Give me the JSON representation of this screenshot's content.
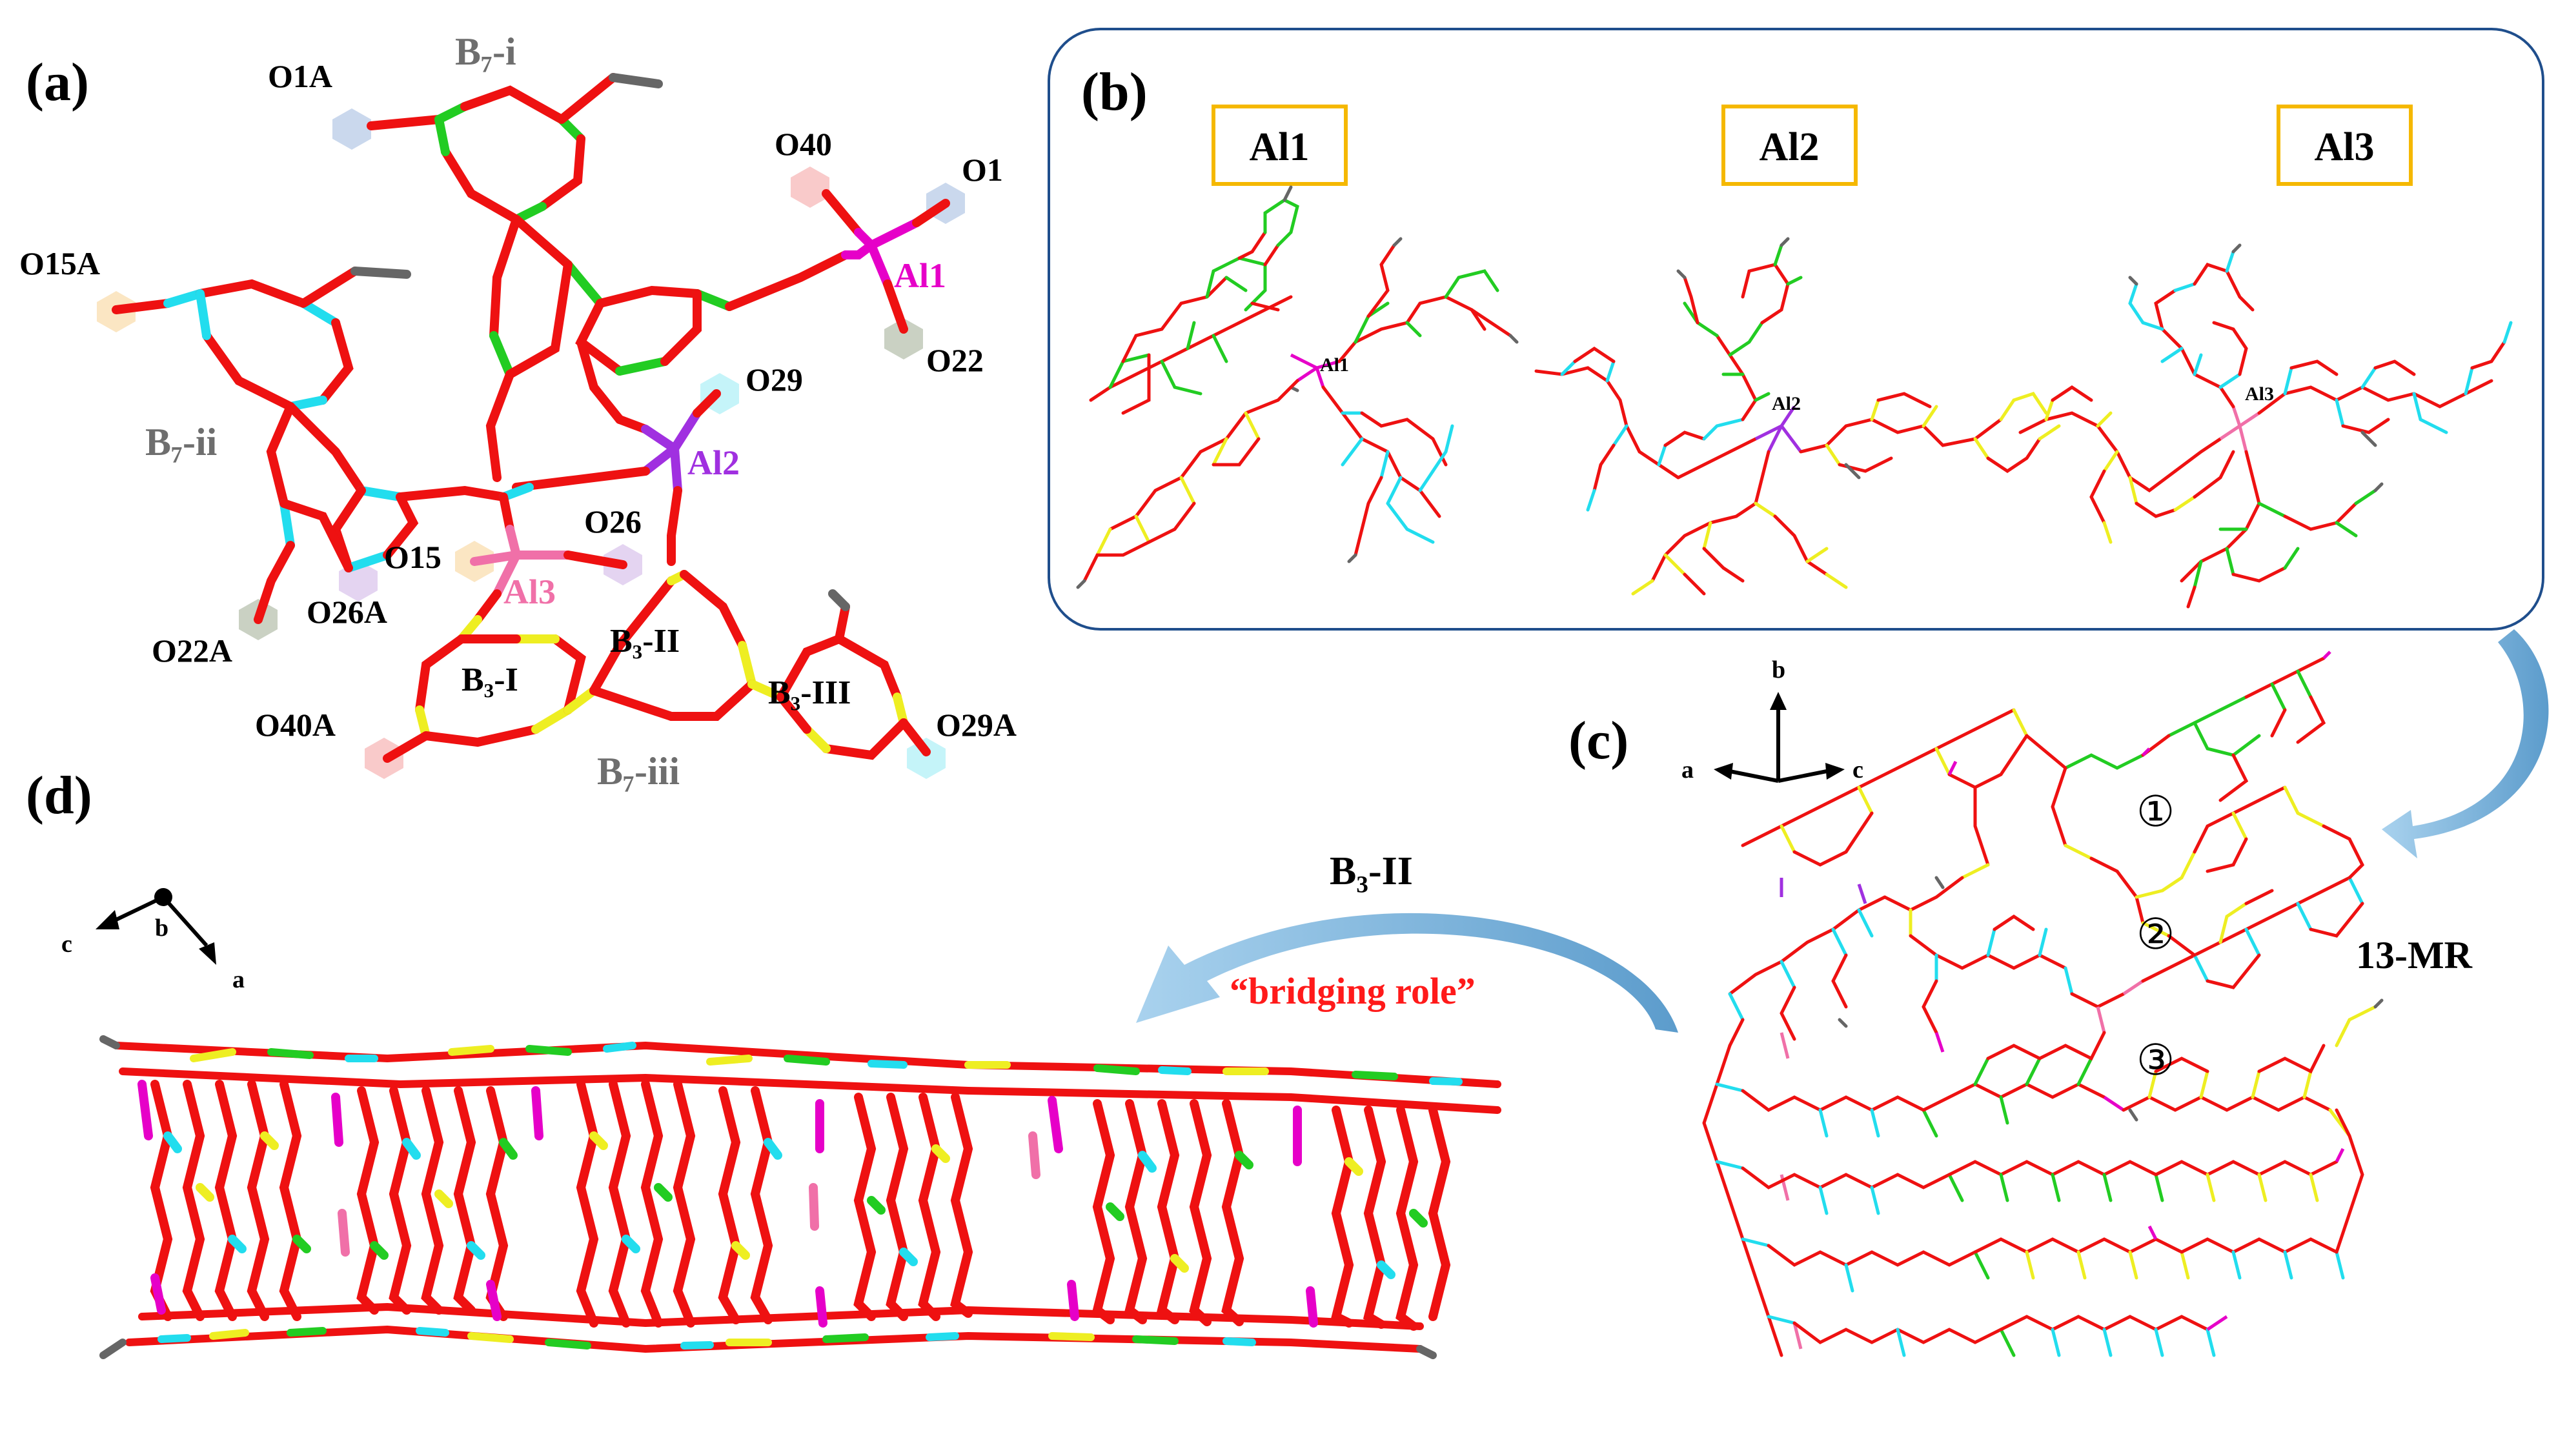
{
  "panels": {
    "a": "(a)",
    "b": "(b)",
    "c": "(c)",
    "d": "(d)"
  },
  "panel_a": {
    "ring_labels": {
      "b7_i": "B₇-i",
      "b7_ii": "B₇-ii",
      "b7_iii": "B₇-iii",
      "b3_i": "B₃-I",
      "b3_ii": "B₃-II",
      "b3_iii": "B₃-III"
    },
    "al_labels": {
      "al1": "Al1",
      "al2": "Al2",
      "al3": "Al3"
    },
    "oxygen_labels": {
      "o1a": "O1A",
      "o40": "O40",
      "o1": "O1",
      "o15a": "O15A",
      "o22": "O22",
      "o29": "O29",
      "o26": "O26",
      "o15": "O15",
      "o26a": "O26A",
      "o22a": "O22A",
      "o40a": "O40A",
      "o29a": "O29A"
    },
    "colors": {
      "oxygen": "#ee1111",
      "boron_b7_i": "#22cc22",
      "boron_b7_ii": "#22ddee",
      "boron_b7_iii": "#eeee22",
      "hydrogen": "#666666",
      "al1": "#e600c8",
      "al2": "#a030e0",
      "al3": "#f070a8"
    }
  },
  "panel_b": {
    "boxes": [
      "Al1",
      "Al2",
      "Al3"
    ],
    "small_labels": [
      "Al1",
      "Al2",
      "Al3"
    ],
    "frame_color": "#1f4e8c",
    "box_border_color": "#f5b800"
  },
  "panel_c": {
    "axes": {
      "b": "b",
      "a": "a",
      "c": "c"
    },
    "circled": [
      "①",
      "②",
      "③"
    ],
    "ring_size_label": "13-MR"
  },
  "panel_d": {
    "axes": {
      "c": "c",
      "b": "b",
      "a": "a"
    },
    "b3_label": "B₃-II",
    "bridging_label": "“bridging role”",
    "arrow_color": "#6aaad8"
  }
}
